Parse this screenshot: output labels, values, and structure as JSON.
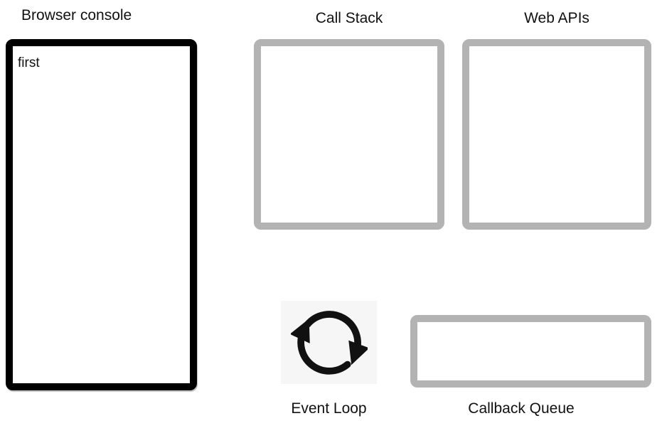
{
  "diagram": {
    "browser_console": {
      "title": "Browser console",
      "entries": [
        "first"
      ]
    },
    "call_stack": {
      "title": "Call Stack"
    },
    "web_apis": {
      "title": "Web APIs"
    },
    "event_loop": {
      "title": "Event Loop",
      "icon": "circular-arrows-icon"
    },
    "callback_queue": {
      "title": "Callback Queue"
    }
  },
  "colors": {
    "console_border": "#000000",
    "panel_border": "#b3b3b3",
    "icon_background": "#f6f6f6",
    "icon_stroke": "#111111",
    "text": "#111111",
    "background": "#ffffff"
  }
}
